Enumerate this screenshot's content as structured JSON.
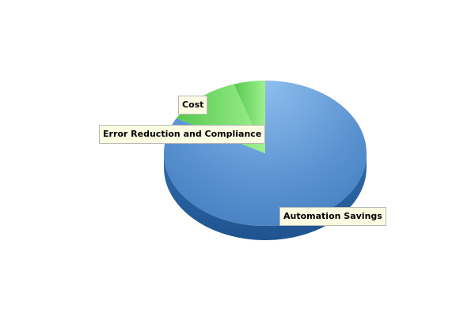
{
  "chart_data": {
    "type": "pie",
    "title": "",
    "slices": [
      {
        "label": "Automation Savings",
        "value": 83,
        "color": "#4a86c8"
      },
      {
        "label": "Cost",
        "value": 12,
        "color": "#72d86a"
      },
      {
        "label": "Error Reduction and Compliance",
        "value": 5,
        "color": "#8fe684"
      }
    ],
    "legend": "none",
    "style": "3d"
  }
}
